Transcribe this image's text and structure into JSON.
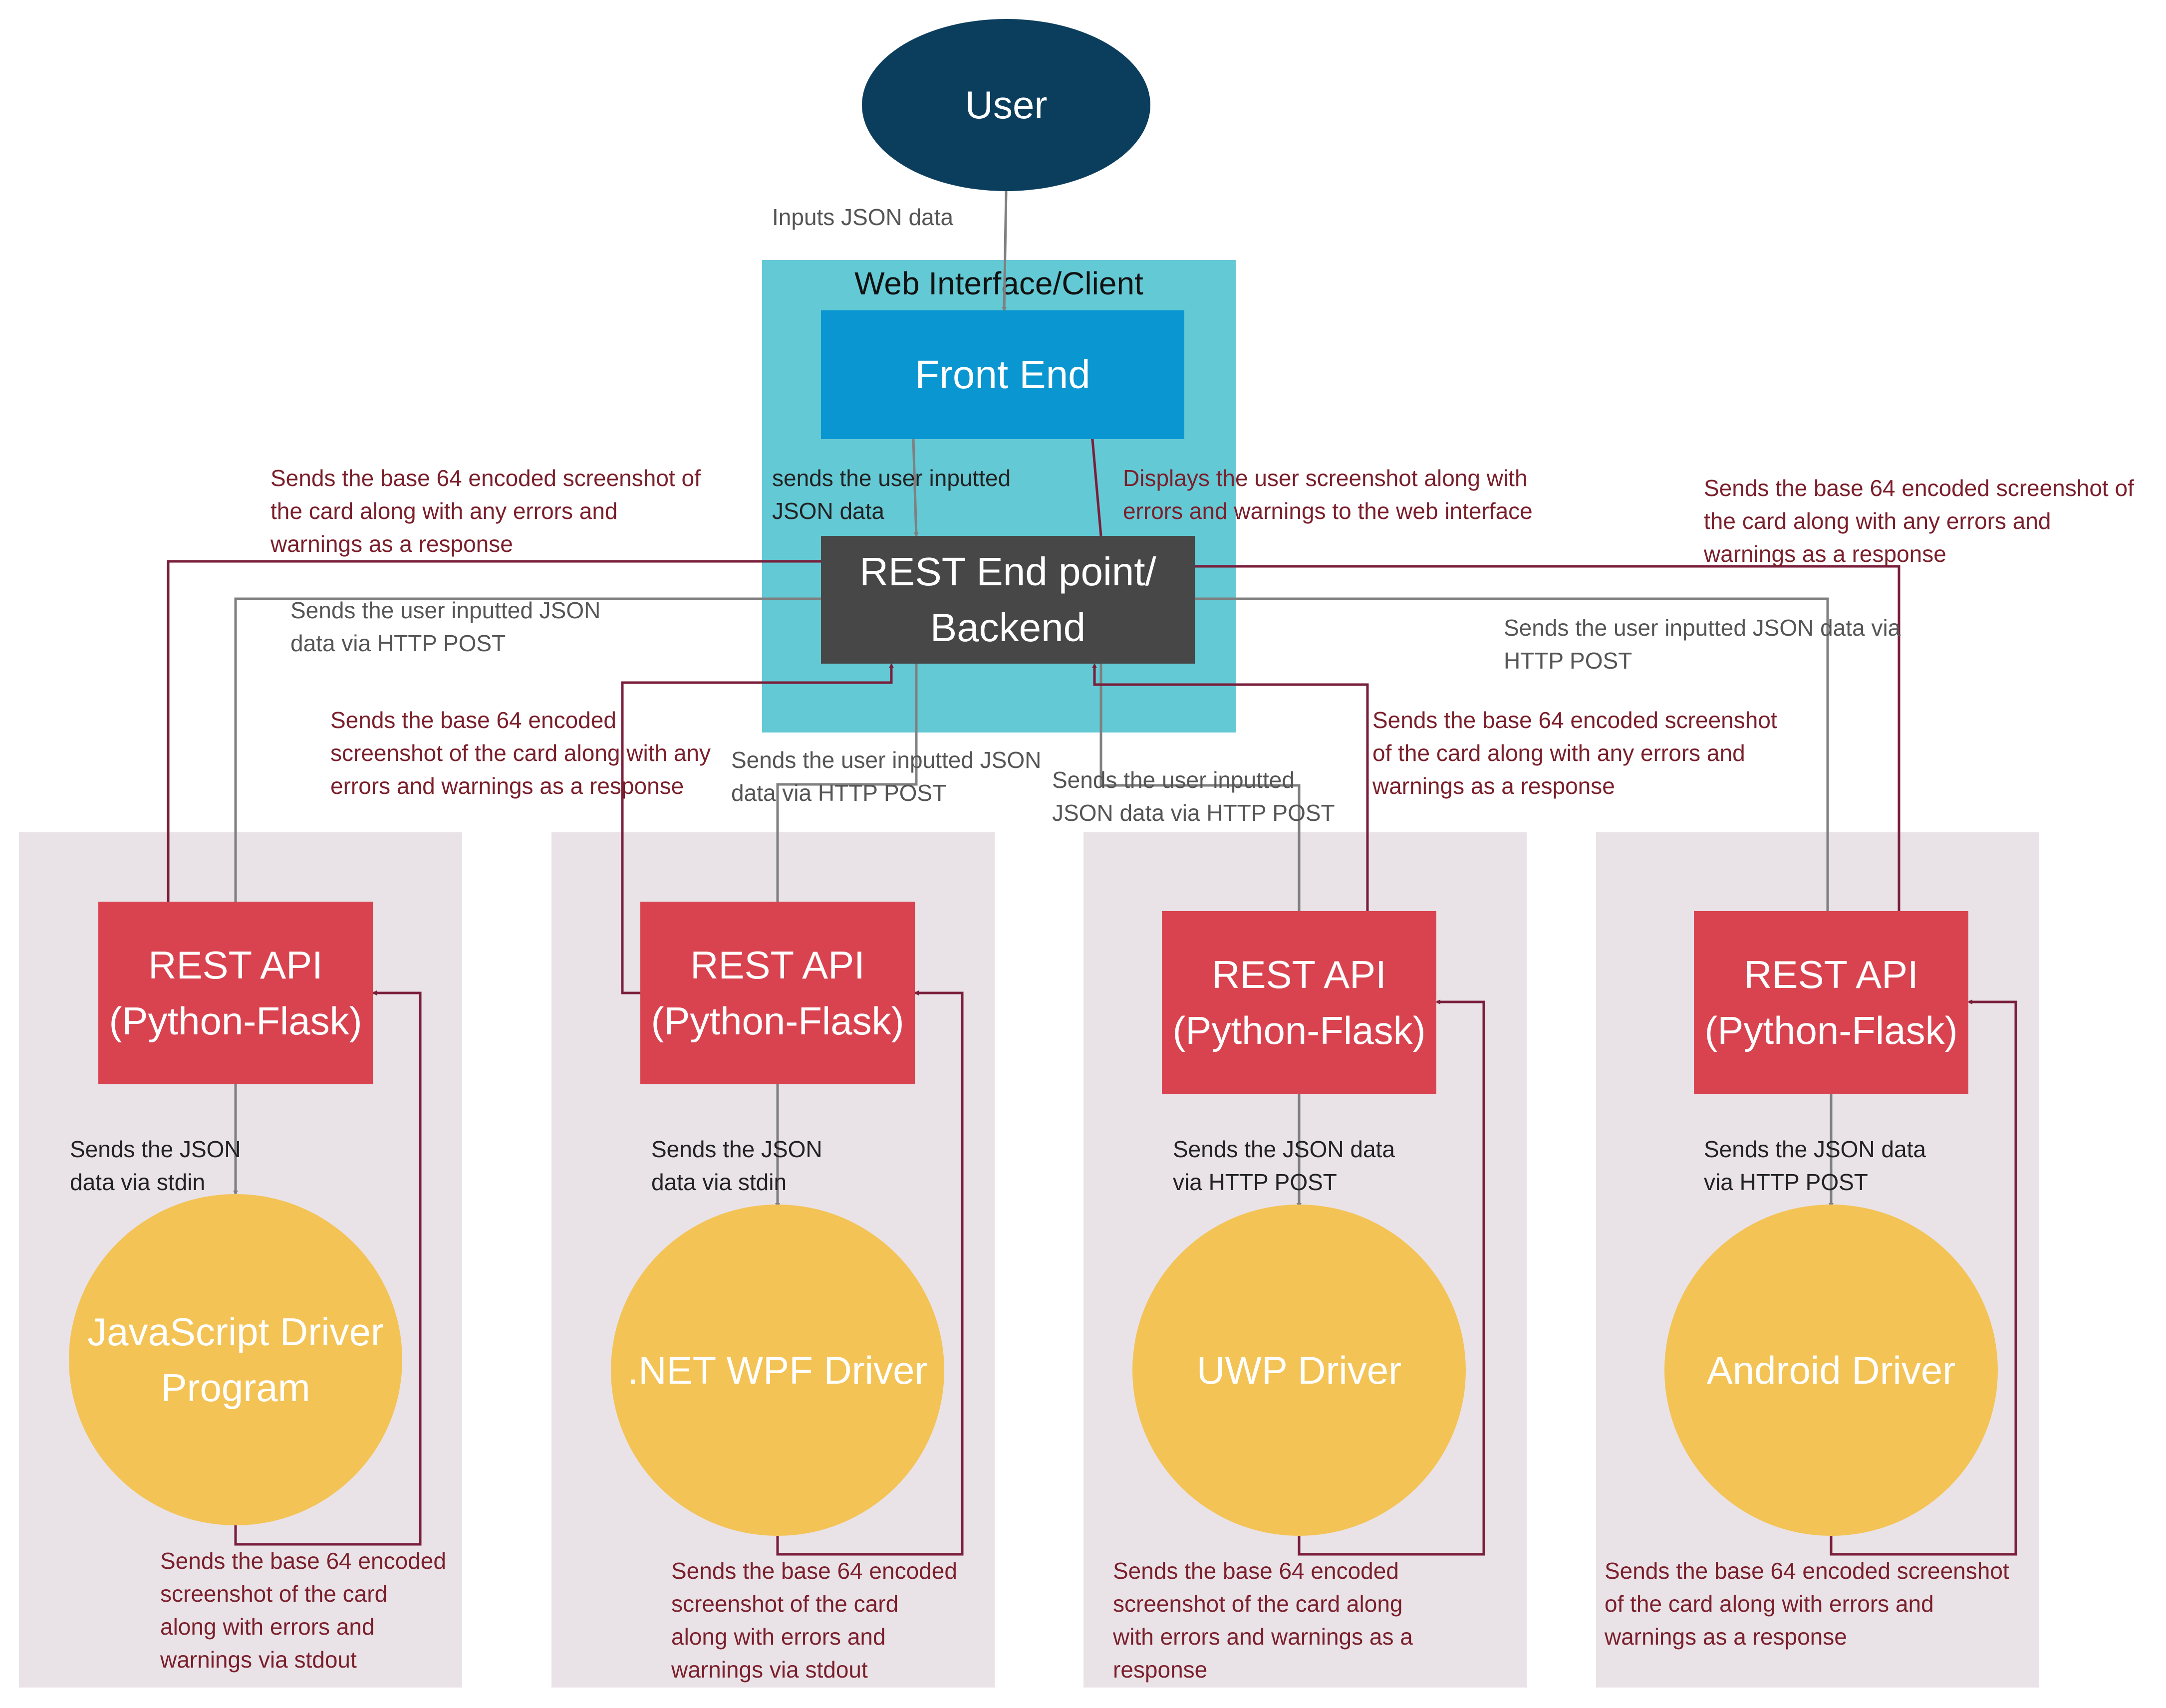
{
  "nodes": {
    "user": "User",
    "web_container": "Web Interface/Client",
    "frontend": "Front End",
    "backend": "REST End point/\nBackend",
    "api_1": "REST API\n(Python-Flask)",
    "api_2": "REST API\n(Python-Flask)",
    "api_3": "REST API\n(Python-Flask)",
    "api_4": "REST API\n(Python-Flask)",
    "driver_1": "JavaScript Driver\nProgram",
    "driver_2": ".NET WPF Driver",
    "driver_3": "UWP Driver",
    "driver_4": "Android  Driver"
  },
  "labels": {
    "inputs_json": "Inputs JSON data",
    "fe_to_be": "sends the user inputted\nJSON data",
    "be_to_fe": "Displays the user screenshot along with\nerrors and warnings to the web interface",
    "resp_1": "Sends the base 64 encoded screenshot of\nthe card along with any errors and\nwarnings as a response",
    "req_1": "Sends the user inputted JSON\ndata via HTTP POST",
    "resp_2": "Sends the base 64 encoded\nscreenshot of the card along with any\nerrors and warnings as a response",
    "req_2": "Sends the user inputted JSON\ndata via HTTP POST",
    "req_3": "Sends the user inputted\nJSON data via HTTP POST",
    "resp_3": "Sends the base 64 encoded screenshot\nof the card along with any errors and\nwarnings as a response",
    "req_4": "Sends the user inputted JSON data via\nHTTP POST",
    "resp_4": "Sends the base 64 encoded screenshot of\nthe card along with any errors and\nwarnings as a response",
    "to_driver_1": "Sends the JSON\ndata via stdin",
    "to_driver_2": "Sends the JSON\ndata via stdin",
    "to_driver_3": "Sends the JSON data\nvia HTTP POST",
    "to_driver_4": "Sends the JSON data\nvia HTTP POST",
    "from_driver_1": "Sends the base 64 encoded\nscreenshot of the card\nalong with errors and\nwarnings via stdout",
    "from_driver_2": "Sends the base 64 encoded\nscreenshot of the card\nalong with errors and\nwarnings via stdout",
    "from_driver_3": "Sends the base 64 encoded\nscreenshot of the card along\nwith errors and warnings as a\nresponse",
    "from_driver_4": "Sends the base 64 encoded screenshot\nof the card along with errors and\nwarnings as a response"
  },
  "colors": {
    "user": "#0b3d5c",
    "web_container": "#63c9d5",
    "frontend": "#0a96d0",
    "backend": "#474747",
    "api": "#d9434f",
    "driver": "#f3c356",
    "panel": "#e9e3e8",
    "request_line": "#808080",
    "response_line": "#7a1f3b"
  }
}
